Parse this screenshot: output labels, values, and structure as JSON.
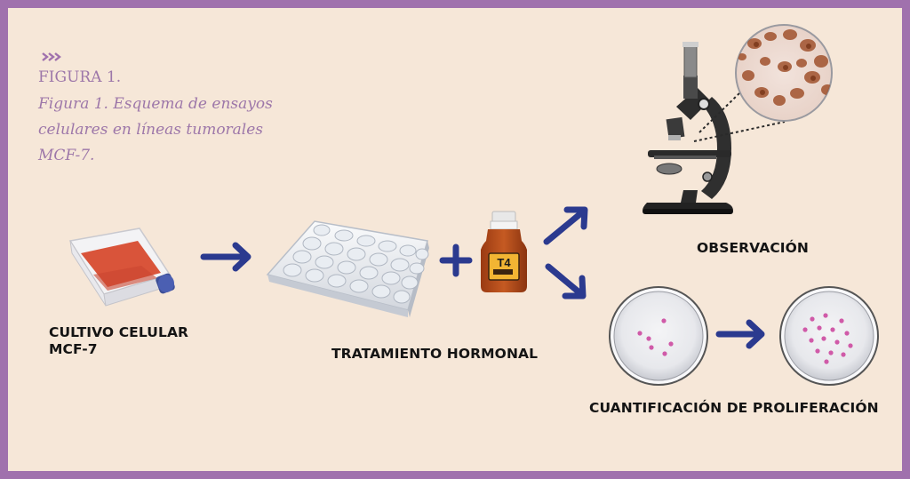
{
  "figure": {
    "number_label": "FIGURA 1.",
    "caption": "Figura 1. Esquema de ensayos celulares en líneas tumorales MCF-7."
  },
  "steps": {
    "culture": "CULTIVO CELULAR\nMCF-7",
    "treatment": "TRATAMIENTO HORMONAL",
    "bottle_label": "T4",
    "observation": "OBSERVACIÓN",
    "quantification": "CUANTIFICACIÓN DE PROLIFERACIÓN"
  },
  "colors": {
    "background": "#f6e7d8",
    "border": "#a071ad",
    "caption_text": "#9d77a9",
    "arrow": "#2b3a8f"
  },
  "icons": [
    "chevron-icon",
    "culture-flask-icon",
    "well-plate-icon",
    "hormone-bottle-icon",
    "microscope-icon",
    "micrograph-icon",
    "petri-dish-icon"
  ]
}
